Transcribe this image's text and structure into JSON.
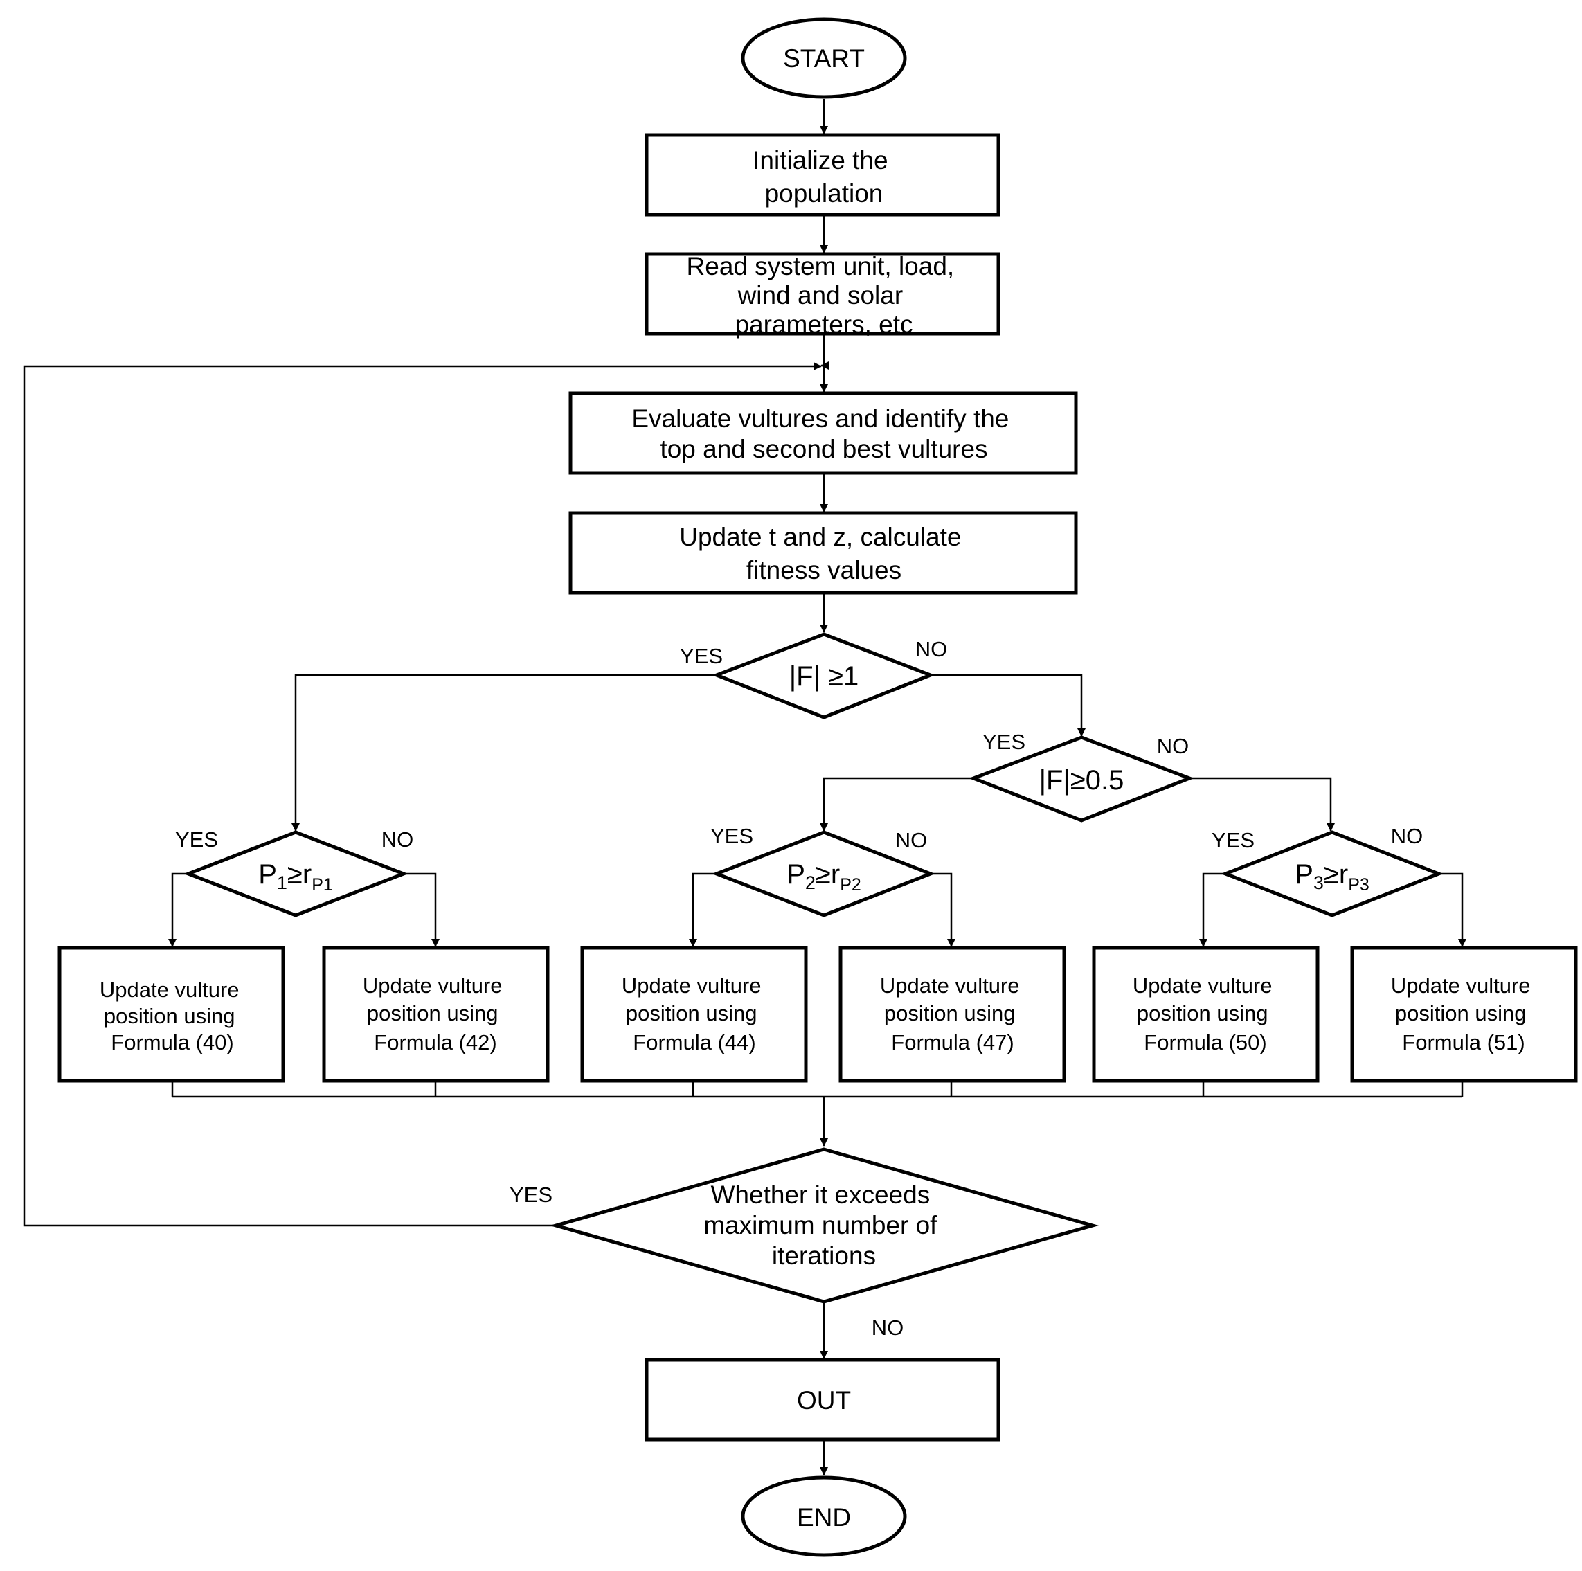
{
  "nodes": {
    "start": "START",
    "init": [
      "Initialize the",
      "population"
    ],
    "read": [
      "Read system unit, load,",
      "wind and solar",
      "parameters, etc"
    ],
    "evaluate": [
      "Evaluate vultures and identify the",
      "top and second best vultures"
    ],
    "update_tz": [
      "Update t and z, calculate",
      "fitness values"
    ],
    "d1": "|F| ≥1",
    "d2": "|F|≥0.5",
    "d3": {
      "main": "P",
      "sub1": "1",
      "rel": "≥r",
      "sub2": "P1"
    },
    "d4": {
      "main": "P",
      "sub1": "2",
      "rel": "≥r",
      "sub2": "P2"
    },
    "d5": {
      "main": "P",
      "sub1": "3",
      "rel": "≥r",
      "sub2": "P3"
    },
    "f40": [
      "Update vulture",
      "position using",
      "Formula (40)"
    ],
    "f42": [
      "Update vulture",
      "position using",
      "Formula (42)"
    ],
    "f44": [
      "Update vulture",
      "position using",
      "Formula (44)"
    ],
    "f47": [
      "Update vulture",
      "position using",
      "Formula (47)"
    ],
    "f50": [
      "Update vulture",
      "position using",
      "Formula (50)"
    ],
    "f51": [
      "Update vulture",
      "position using",
      "Formula (51)"
    ],
    "check": [
      "Whether it exceeds",
      "maximum number of",
      "iterations"
    ],
    "out": "OUT",
    "end": "END"
  },
  "labels": {
    "d1_yes": "YES",
    "d1_no": "NO",
    "d2_yes": "YES",
    "d2_no": "NO",
    "d3_yes": "YES",
    "d3_no": "NO",
    "d4_yes": "YES",
    "d4_no": "NO",
    "d5_yes": "YES",
    "d5_no": "NO",
    "check_yes": "YES",
    "check_no": "NO"
  }
}
